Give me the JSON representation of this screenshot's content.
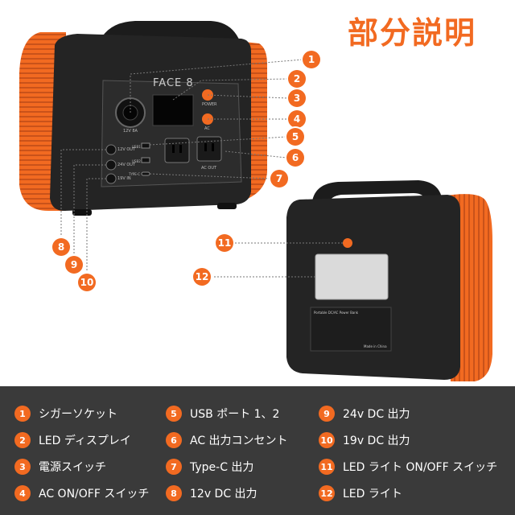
{
  "title": "部分説明",
  "device": {
    "brand": "FACE 8",
    "label_12v": "12V 8A",
    "label_power": "POWER",
    "label_ac": "AC",
    "label_12v_out": "12V OUT",
    "label_24v_out": "24V OUT",
    "label_19v_in": "19V IN",
    "label_usb1": "USB1",
    "label_usb2": "USB2",
    "label_typec": "TYPE-C",
    "label_ac_out": "AC OUT",
    "back_label_title": "Portable DC/AC Power Bank",
    "back_label_fine": "Made in China"
  },
  "callouts": [
    {
      "n": "1"
    },
    {
      "n": "2"
    },
    {
      "n": "3"
    },
    {
      "n": "4"
    },
    {
      "n": "5"
    },
    {
      "n": "6"
    },
    {
      "n": "7"
    },
    {
      "n": "8"
    },
    {
      "n": "9"
    },
    {
      "n": "10"
    },
    {
      "n": "11"
    },
    {
      "n": "12"
    }
  ],
  "legend": [
    {
      "n": "1",
      "text": "シガーソケット"
    },
    {
      "n": "2",
      "text": "LED ディスプレイ"
    },
    {
      "n": "3",
      "text": "電源スイッチ"
    },
    {
      "n": "4",
      "text": "AC ON/OFF スイッチ"
    },
    {
      "n": "5",
      "text": "USB ポート 1、2"
    },
    {
      "n": "6",
      "text": "AC 出力コンセント"
    },
    {
      "n": "7",
      "text": "Type-C 出力"
    },
    {
      "n": "8",
      "text": "12v DC 出力"
    },
    {
      "n": "9",
      "text": "24v DC 出力"
    },
    {
      "n": "10",
      "text": "19v DC 出力"
    },
    {
      "n": "11",
      "text": "LED ライト ON/OFF スイッチ"
    },
    {
      "n": "12",
      "text": "LED ライト"
    }
  ],
  "colors": {
    "accent": "#f26a21",
    "body": "#2b2b2b",
    "legend_bg": "#3a3a3a"
  }
}
